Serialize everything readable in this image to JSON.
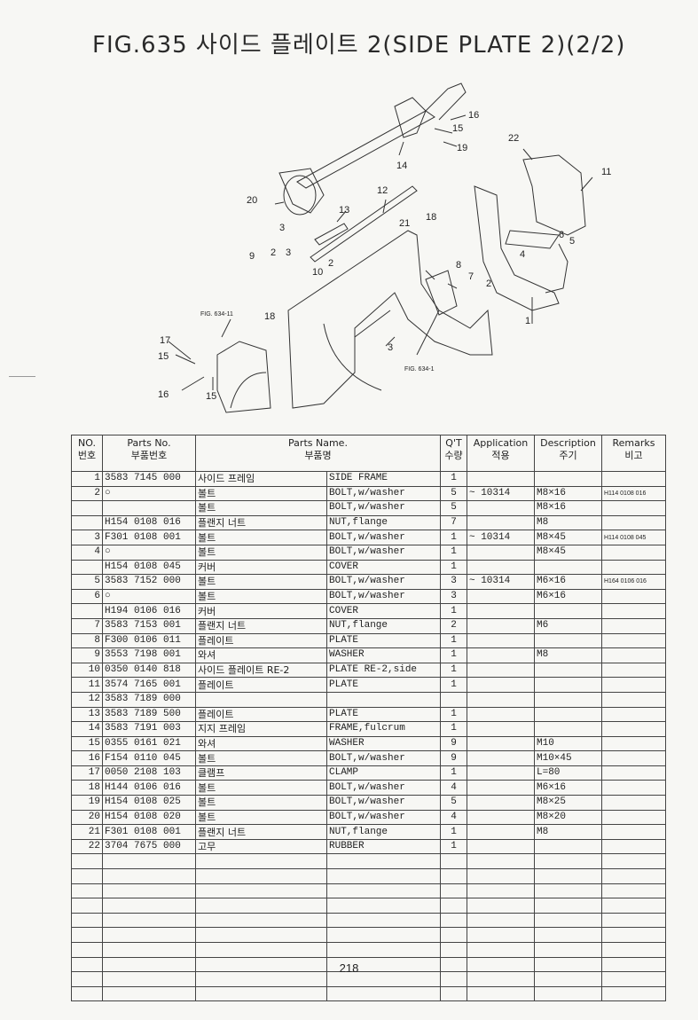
{
  "title": "FIG.635 사이드 플레이트 2(SIDE PLATE 2)(2/2)",
  "diagram": {
    "callouts": [
      "16",
      "15",
      "19",
      "14",
      "22",
      "11",
      "20",
      "12",
      "13",
      "3",
      "21",
      "18",
      "6",
      "5",
      "4",
      "9",
      "2",
      "3",
      "10",
      "2",
      "8",
      "7",
      "2",
      "1",
      "18",
      "3",
      "17",
      "15",
      "16",
      "15"
    ],
    "refs": [
      "FIG. 634-11",
      "FIG. 634-1"
    ]
  },
  "table": {
    "headers": {
      "no": [
        "NO.",
        "번호"
      ],
      "parts_no": [
        "Parts No.",
        "부품번호"
      ],
      "parts_name": [
        "Parts Name.",
        "부품명"
      ],
      "qty": [
        "Q'T",
        "수량"
      ],
      "application": [
        "Application",
        "적용"
      ],
      "description": [
        "Description",
        "주기"
      ],
      "remarks": [
        "Remarks",
        "비고"
      ]
    },
    "rows": [
      {
        "no": "1",
        "part": "3583 7145 000",
        "kr": "사이드 프레임",
        "en": "SIDE FRAME",
        "qty": "1",
        "app": "",
        "desc": "",
        "rem": ""
      },
      {
        "no": "2",
        "part": "○",
        "kr": "볼트",
        "en": "BOLT,w/washer",
        "qty": "5",
        "app": "~ 10314",
        "desc": "M8×16",
        "rem": "H114 0108 016"
      },
      {
        "no": "",
        "part": "",
        "kr": "볼트",
        "en": "BOLT,w/washer",
        "qty": "5",
        "app": "",
        "desc": "M8×16",
        "rem": ""
      },
      {
        "no": "",
        "part": "H154 0108 016",
        "kr": "플랜지 너트",
        "en": "NUT,flange",
        "qty": "7",
        "app": "",
        "desc": "M8",
        "rem": ""
      },
      {
        "no": "3",
        "part": "F301 0108 001",
        "kr": "볼트",
        "en": "BOLT,w/washer",
        "qty": "1",
        "app": "~ 10314",
        "desc": "M8×45",
        "rem": "H114 0108 045"
      },
      {
        "no": "4",
        "part": "○",
        "kr": "볼트",
        "en": "BOLT,w/washer",
        "qty": "1",
        "app": "",
        "desc": "M8×45",
        "rem": ""
      },
      {
        "no": "",
        "part": "H154 0108 045",
        "kr": "커버",
        "en": "COVER",
        "qty": "1",
        "app": "",
        "desc": "",
        "rem": ""
      },
      {
        "no": "5",
        "part": "3583 7152 000",
        "kr": "볼트",
        "en": "BOLT,w/washer",
        "qty": "3",
        "app": "~ 10314",
        "desc": "M6×16",
        "rem": "H164 0106 016"
      },
      {
        "no": "6",
        "part": "○",
        "kr": "볼트",
        "en": "BOLT,w/washer",
        "qty": "3",
        "app": "",
        "desc": "M6×16",
        "rem": ""
      },
      {
        "no": "",
        "part": "H194 0106 016",
        "kr": "커버",
        "en": "COVER",
        "qty": "1",
        "app": "",
        "desc": "",
        "rem": ""
      },
      {
        "no": "7",
        "part": "3583 7153 001",
        "kr": "플랜지 너트",
        "en": "NUT,flange",
        "qty": "2",
        "app": "",
        "desc": "M6",
        "rem": ""
      },
      {
        "no": "8",
        "part": "F300 0106 011",
        "kr": "플레이트",
        "en": "PLATE",
        "qty": "1",
        "app": "",
        "desc": "",
        "rem": ""
      },
      {
        "no": "9",
        "part": "3553 7198 001",
        "kr": "와셔",
        "en": "WASHER",
        "qty": "1",
        "app": "",
        "desc": "M8",
        "rem": ""
      },
      {
        "no": "10",
        "part": "0350 0140 818",
        "kr": "사이드 플레이트 RE-2",
        "en": "PLATE RE-2,side",
        "qty": "1",
        "app": "",
        "desc": "",
        "rem": ""
      },
      {
        "no": "11",
        "part": "3574 7165 001",
        "kr": "플레이트",
        "en": "PLATE",
        "qty": "1",
        "app": "",
        "desc": "",
        "rem": ""
      },
      {
        "no": "12",
        "part": "3583 7189 000",
        "kr": "",
        "en": "",
        "qty": "",
        "app": "",
        "desc": "",
        "rem": ""
      },
      {
        "no": "13",
        "part": "3583 7189 500",
        "kr": "플레이트",
        "en": "PLATE",
        "qty": "1",
        "app": "",
        "desc": "",
        "rem": ""
      },
      {
        "no": "14",
        "part": "3583 7191 003",
        "kr": "지지 프레임",
        "en": "FRAME,fulcrum",
        "qty": "1",
        "app": "",
        "desc": "",
        "rem": ""
      },
      {
        "no": "15",
        "part": "0355 0161 021",
        "kr": "와셔",
        "en": "WASHER",
        "qty": "9",
        "app": "",
        "desc": "M10",
        "rem": ""
      },
      {
        "no": "16",
        "part": "F154 0110 045",
        "kr": "볼트",
        "en": "BOLT,w/washer",
        "qty": "9",
        "app": "",
        "desc": "M10×45",
        "rem": ""
      },
      {
        "no": "17",
        "part": "0050 2108 103",
        "kr": "클램프",
        "en": "CLAMP",
        "qty": "1",
        "app": "",
        "desc": "L=80",
        "rem": ""
      },
      {
        "no": "18",
        "part": "H144 0106 016",
        "kr": "볼트",
        "en": "BOLT,w/washer",
        "qty": "4",
        "app": "",
        "desc": "M6×16",
        "rem": ""
      },
      {
        "no": "19",
        "part": "H154 0108 025",
        "kr": "볼트",
        "en": "BOLT,w/washer",
        "qty": "5",
        "app": "",
        "desc": "M8×25",
        "rem": ""
      },
      {
        "no": "20",
        "part": "H154 0108 020",
        "kr": "볼트",
        "en": "BOLT,w/washer",
        "qty": "4",
        "app": "",
        "desc": "M8×20",
        "rem": ""
      },
      {
        "no": "21",
        "part": "F301 0108 001",
        "kr": "플랜지 너트",
        "en": "NUT,flange",
        "qty": "1",
        "app": "",
        "desc": "M8",
        "rem": ""
      },
      {
        "no": "22",
        "part": "3704 7675 000",
        "kr": "고무",
        "en": "RUBBER",
        "qty": "1",
        "app": "",
        "desc": "",
        "rem": ""
      }
    ],
    "empty_rows": 10
  },
  "page_number": "218"
}
